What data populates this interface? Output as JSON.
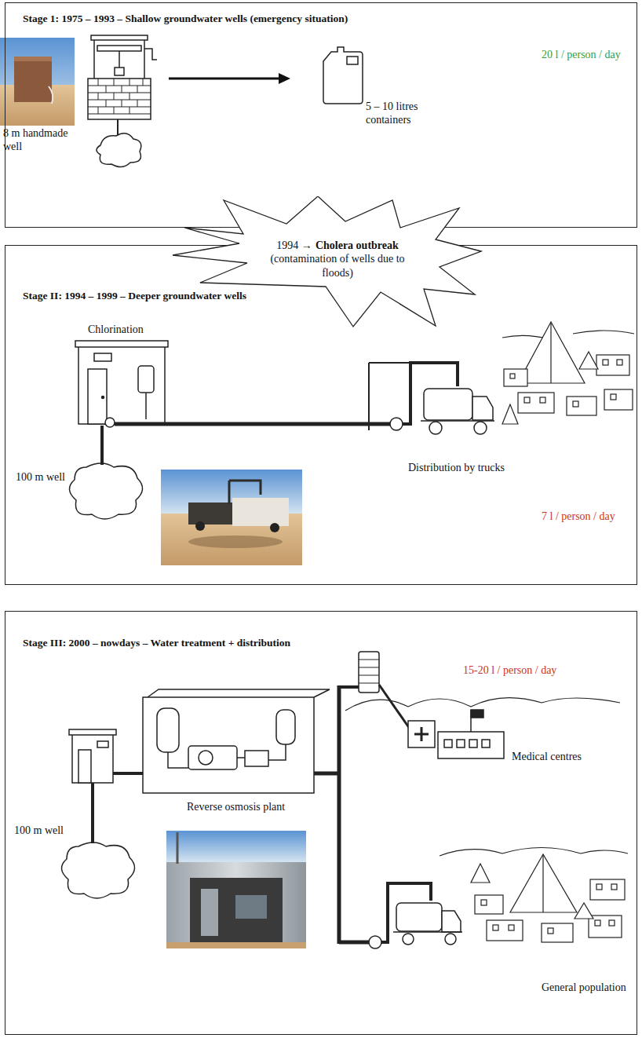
{
  "diagram": {
    "nodes": [
      {
        "text": [
          "Stage 1: 1975 – 1993 – Shallow groundwater wells (emergency situation)"
        ]
      },
      {
        "text": [
          "1994 →",
          "Cholera outbreak",
          "(contamination of wells due to floods)"
        ]
      },
      {
        "text": [
          "Stage II: 1994 – 1999 – Deeper groundwater wells"
        ]
      },
      {
        "text": [
          "Stage III: 2000 – nowdays – Water treatment + distribution"
        ]
      }
    ],
    "labels": [
      "8 m handmade well",
      "5 – 10 litres containers",
      "20 l / person / day",
      "Chlorination",
      "100 m well",
      "Distribution by trucks",
      "7 l / person / day",
      "15-20 l / person / day",
      "Reverse osmosis plant",
      "100 m well",
      "Medical centres",
      "General population"
    ]
  }
}
